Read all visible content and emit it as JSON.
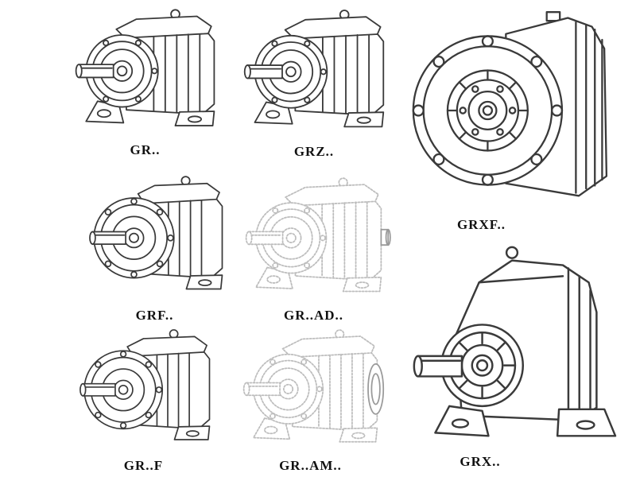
{
  "page": {
    "background": "#ffffff",
    "line_color": "#3a3a3a",
    "phantom_line_color": "#bdbdbd",
    "label_color": "#111111"
  },
  "items": [
    {
      "id": "gr",
      "label": "GR.."
    },
    {
      "id": "grz",
      "label": "GRZ.."
    },
    {
      "id": "grxf",
      "label": "GRXF.."
    },
    {
      "id": "grf",
      "label": "GRF.."
    },
    {
      "id": "gr-ad",
      "label": "GR..AD.."
    },
    {
      "id": "gr-f",
      "label": "GR..F"
    },
    {
      "id": "gr-am",
      "label": "GR..AM.."
    },
    {
      "id": "grx",
      "label": "GRX.."
    }
  ]
}
